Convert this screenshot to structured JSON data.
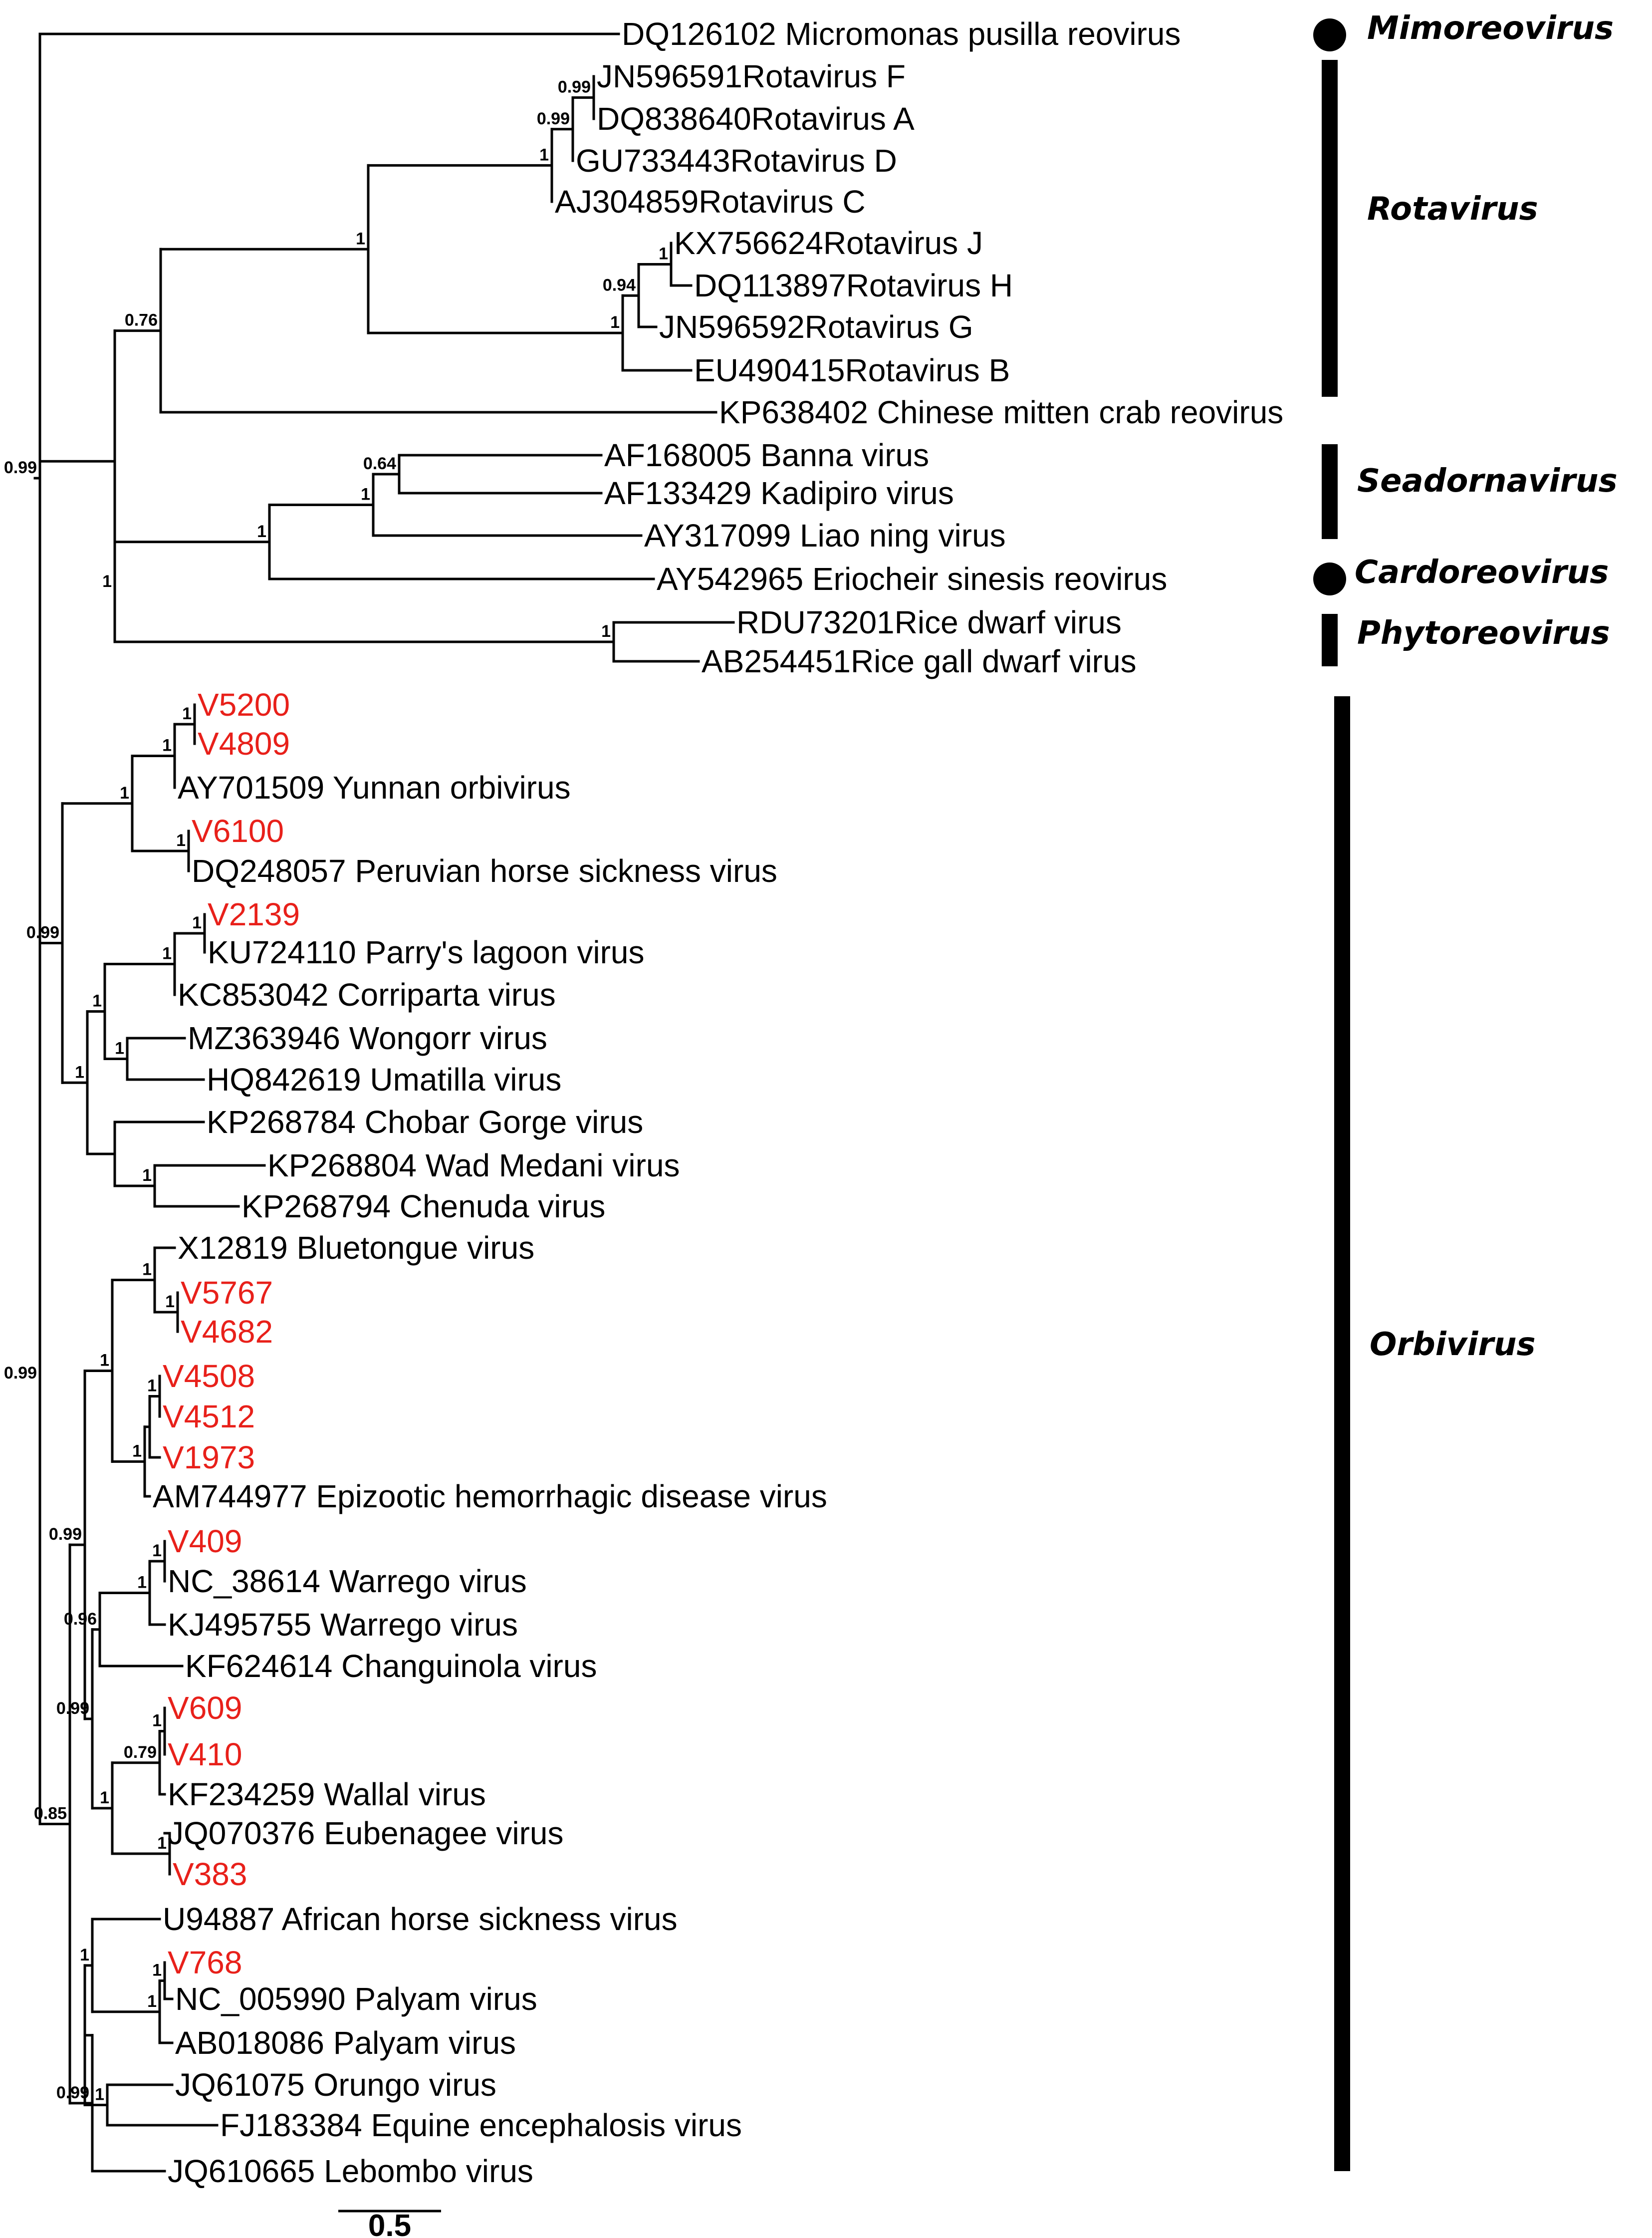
{
  "scale_bar": {
    "label": "0.5"
  },
  "colors": {
    "branch": "#000000",
    "label": "#000000",
    "highlight": "#e8201a",
    "clade_bar": "#000000"
  },
  "taxa": [
    {
      "id": "t1",
      "label": "DQ126102 Micromonas pusilla reovirus",
      "highlight": false
    },
    {
      "id": "t2",
      "label": "JN596591Rotavirus F",
      "highlight": false
    },
    {
      "id": "t3",
      "label": "DQ838640Rotavirus A",
      "highlight": false
    },
    {
      "id": "t4",
      "label": "GU733443Rotavirus D",
      "highlight": false
    },
    {
      "id": "t5",
      "label": "AJ304859Rotavirus C",
      "highlight": false
    },
    {
      "id": "t6",
      "label": "KX756624Rotavirus J",
      "highlight": false
    },
    {
      "id": "t7",
      "label": "DQ113897Rotavirus H",
      "highlight": false
    },
    {
      "id": "t8",
      "label": "JN596592Rotavirus G",
      "highlight": false
    },
    {
      "id": "t9",
      "label": "EU490415Rotavirus B",
      "highlight": false
    },
    {
      "id": "t10",
      "label": "KP638402 Chinese mitten crab reovirus",
      "highlight": false
    },
    {
      "id": "t11",
      "label": "AF168005 Banna virus",
      "highlight": false
    },
    {
      "id": "t12",
      "label": "AF133429 Kadipiro virus",
      "highlight": false
    },
    {
      "id": "t13",
      "label": "AY317099 Liao ning virus",
      "highlight": false
    },
    {
      "id": "t14",
      "label": "AY542965 Eriocheir sinesis reovirus",
      "highlight": false
    },
    {
      "id": "t15",
      "label": "RDU73201Rice dwarf virus",
      "highlight": false
    },
    {
      "id": "t16",
      "label": "AB254451Rice gall dwarf virus",
      "highlight": false
    },
    {
      "id": "t17",
      "label": "V5200",
      "highlight": true
    },
    {
      "id": "t18",
      "label": "V4809",
      "highlight": true
    },
    {
      "id": "t19",
      "label": "AY701509 Yunnan orbivirus",
      "highlight": false
    },
    {
      "id": "t20",
      "label": "V6100",
      "highlight": true
    },
    {
      "id": "t21",
      "label": "DQ248057 Peruvian horse sickness virus",
      "highlight": false
    },
    {
      "id": "t22",
      "label": "V2139",
      "highlight": true
    },
    {
      "id": "t23",
      "label": "KU724110 Parry's lagoon virus",
      "highlight": false
    },
    {
      "id": "t24",
      "label": "KC853042 Corriparta virus",
      "highlight": false
    },
    {
      "id": "t25",
      "label": "MZ363946 Wongorr virus",
      "highlight": false
    },
    {
      "id": "t26",
      "label": "HQ842619 Umatilla virus",
      "highlight": false
    },
    {
      "id": "t27",
      "label": "KP268784 Chobar Gorge virus",
      "highlight": false
    },
    {
      "id": "t28",
      "label": "KP268804 Wad Medani virus",
      "highlight": false
    },
    {
      "id": "t29",
      "label": "KP268794 Chenuda virus",
      "highlight": false
    },
    {
      "id": "t30",
      "label": "X12819 Bluetongue virus",
      "highlight": false
    },
    {
      "id": "t31",
      "label": "V5767",
      "highlight": true
    },
    {
      "id": "t32",
      "label": "V4682",
      "highlight": true
    },
    {
      "id": "t33",
      "label": "V4508",
      "highlight": true
    },
    {
      "id": "t34",
      "label": "V4512",
      "highlight": true
    },
    {
      "id": "t35",
      "label": "V1973",
      "highlight": true
    },
    {
      "id": "t36",
      "label": "AM744977 Epizootic hemorrhagic disease virus",
      "highlight": false
    },
    {
      "id": "t37",
      "label": "V409",
      "highlight": true
    },
    {
      "id": "t38",
      "label": "NC_38614 Warrego virus",
      "highlight": false
    },
    {
      "id": "t39",
      "label": "KJ495755 Warrego virus",
      "highlight": false
    },
    {
      "id": "t40",
      "label": "KF624614 Changuinola virus",
      "highlight": false
    },
    {
      "id": "t41",
      "label": "V609",
      "highlight": true
    },
    {
      "id": "t42",
      "label": "V410",
      "highlight": true
    },
    {
      "id": "t43",
      "label": "KF234259 Wallal virus",
      "highlight": false
    },
    {
      "id": "t44",
      "label": "JQ070376 Eubenagee virus",
      "highlight": false
    },
    {
      "id": "t45",
      "label": "V383",
      "highlight": true
    },
    {
      "id": "t46",
      "label": "U94887 African horse sickness virus",
      "highlight": false
    },
    {
      "id": "t47",
      "label": "V768",
      "highlight": true
    },
    {
      "id": "t48",
      "label": "NC_005990 Palyam virus",
      "highlight": false
    },
    {
      "id": "t49",
      "label": "AB018086 Palyam virus",
      "highlight": false
    },
    {
      "id": "t50",
      "label": "JQ61075 Orungo virus",
      "highlight": false
    },
    {
      "id": "t51",
      "label": "FJ183384 Equine encephalosis virus",
      "highlight": false
    },
    {
      "id": "t52",
      "label": "JQ610665 Lebombo virus",
      "highlight": false
    }
  ],
  "support": [
    {
      "id": "s_rotaFA",
      "value": "0.99"
    },
    {
      "id": "s_rotaFAD",
      "value": "0.99"
    },
    {
      "id": "s_rotaFADC",
      "value": "1"
    },
    {
      "id": "s_rotaJH",
      "value": "1"
    },
    {
      "id": "s_rotaJHG",
      "value": "0.94"
    },
    {
      "id": "s_rotaJHGB",
      "value": "1"
    },
    {
      "id": "s_rota",
      "value": "1"
    },
    {
      "id": "s_rotaCrab",
      "value": "0.76"
    },
    {
      "id": "s_upper",
      "value": "1"
    },
    {
      "id": "s_bannaKad",
      "value": "0.64"
    },
    {
      "id": "s_seado",
      "value": "1"
    },
    {
      "id": "s_seadoCard",
      "value": "1"
    },
    {
      "id": "s_phyto",
      "value": "1"
    },
    {
      "id": "s_v5200",
      "value": "1"
    },
    {
      "id": "s_yunnan",
      "value": "1"
    },
    {
      "id": "s_v6100",
      "value": "1"
    },
    {
      "id": "s_yunPhs",
      "value": "1"
    },
    {
      "id": "s_v2139",
      "value": "1"
    },
    {
      "id": "s_parry",
      "value": "1"
    },
    {
      "id": "s_wong",
      "value": "1"
    },
    {
      "id": "s_corriWong",
      "value": "1"
    },
    {
      "id": "s_wadChen",
      "value": "1"
    },
    {
      "id": "s_grpA",
      "value": "1"
    },
    {
      "id": "s_grpAll",
      "value": "0.99"
    },
    {
      "id": "s_v5767",
      "value": "1"
    },
    {
      "id": "s_btv",
      "value": "1"
    },
    {
      "id": "s_v4508",
      "value": "1"
    },
    {
      "id": "s_ehd",
      "value": "1"
    },
    {
      "id": "s_btvEhd",
      "value": "1"
    },
    {
      "id": "s_v409",
      "value": "1"
    },
    {
      "id": "s_warrego",
      "value": "1"
    },
    {
      "id": "s_warChang",
      "value": "0.96"
    },
    {
      "id": "s_v609",
      "value": "1"
    },
    {
      "id": "s_wallal",
      "value": "0.79"
    },
    {
      "id": "s_eubV383",
      "value": "1"
    },
    {
      "id": "s_eubWal",
      "value": "1"
    },
    {
      "id": "s_warEub",
      "value": "0.99"
    },
    {
      "id": "s_btvWar",
      "value": "0.99"
    },
    {
      "id": "s_v768",
      "value": "1"
    },
    {
      "id": "s_palyam",
      "value": "1"
    },
    {
      "id": "s_ahsPal",
      "value": "1"
    },
    {
      "id": "s_orungo",
      "value": "1"
    },
    {
      "id": "s_ahsOru",
      "value": "0.99"
    },
    {
      "id": "s_btvAhs",
      "value": "0.85"
    },
    {
      "id": "s_orbi",
      "value": "0.99"
    },
    {
      "id": "s_root",
      "value": "0.99"
    }
  ],
  "clades": [
    {
      "id": "c1",
      "label": "Mimoreovirus",
      "marker": "dot"
    },
    {
      "id": "c2",
      "label": "Rotavirus",
      "marker": "bar"
    },
    {
      "id": "c3",
      "label": "Seadornavirus",
      "marker": "bar"
    },
    {
      "id": "c4",
      "label": "Cardoreovirus",
      "marker": "dot"
    },
    {
      "id": "c5",
      "label": "Phytoreovirus",
      "marker": "bar"
    },
    {
      "id": "c6",
      "label": "Orbivirus",
      "marker": "bar"
    }
  ]
}
